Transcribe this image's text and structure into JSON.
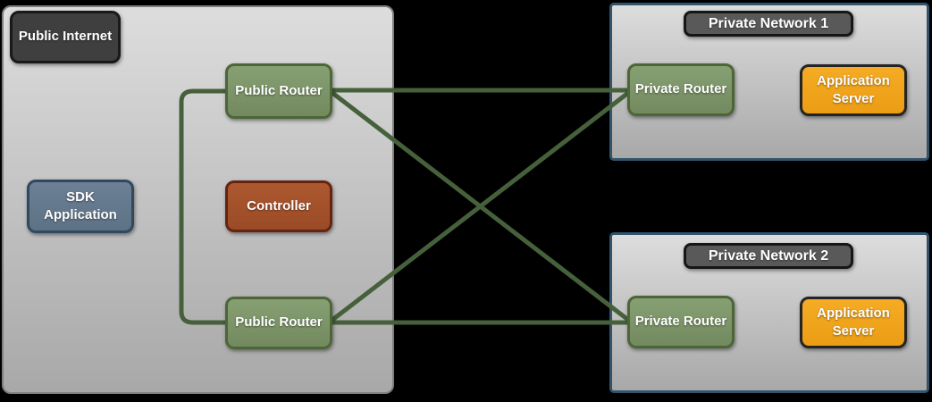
{
  "public_internet": {
    "label": "Public Internet",
    "sdk_application": "SDK Application",
    "controller": "Controller",
    "public_router_top": "Public Router",
    "public_router_bottom": "Public Router"
  },
  "private_networks": [
    {
      "label": "Private Network 1",
      "router": "Private Router",
      "server": "Application Server"
    },
    {
      "label": "Private Network 2",
      "router": "Private Router",
      "server": "Application Server"
    }
  ],
  "connections": [
    {
      "from": "public-router-top",
      "to": "public-router-bottom"
    },
    {
      "from": "public-router-top",
      "to": "private-router-1"
    },
    {
      "from": "public-router-top",
      "to": "private-router-2"
    },
    {
      "from": "public-router-bottom",
      "to": "private-router-1"
    },
    {
      "from": "public-router-bottom",
      "to": "private-router-2"
    }
  ],
  "colors": {
    "background": "#000000",
    "connection_line": "#45603a",
    "router_fill": "#7b9468",
    "router_border": "#4c6637",
    "sdk_application_fill": "#64788d",
    "sdk_application_border": "#31485f",
    "controller_fill": "#a3512b",
    "controller_border": "#642410",
    "application_server_fill": "#f0a41f",
    "application_server_border": "#242424",
    "public_internet_badge_fill": "#3f3f3f",
    "private_network_badge_fill": "#595959",
    "zone_fill_top": "#dddddd",
    "zone_fill_bottom": "#a8a8a8",
    "public_zone_border": "#7f7f7f",
    "private_zone_border": "#31546c"
  }
}
